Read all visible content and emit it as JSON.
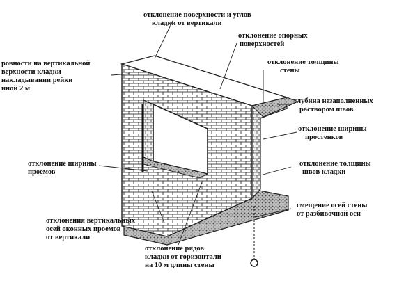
{
  "labels": {
    "corner_deviation": [
      "отклонение поверхности и углов",
      "кладки от вертикали"
    ],
    "support_surface": [
      "отклонение опорных",
      "поверхностей"
    ],
    "thickness": [
      "отклонение толщины",
      "стены"
    ],
    "irregularity": [
      "ровности на вертикальной",
      "верхности кладки",
      "накладывании рейки",
      "иной 2 м"
    ],
    "unfilled_joints": [
      "глубина незаполненных",
      "раствором швов"
    ],
    "pier_width": [
      "отклонение ширины",
      "простенков"
    ],
    "opening_width": [
      "отклонение ширины",
      "проемов"
    ],
    "joint_thickness": [
      "отклонение толщины",
      "швов кладки"
    ],
    "axis_offset": [
      "смещение осей стены",
      "от разбивочной оси"
    ],
    "window_axes": [
      "отклонения вертикальных",
      "осей оконных проемов",
      "от вертикали"
    ],
    "rows_horizontal": [
      "отклонение рядов",
      "кладки от горизонтали",
      "на 10 м длины стены"
    ]
  }
}
